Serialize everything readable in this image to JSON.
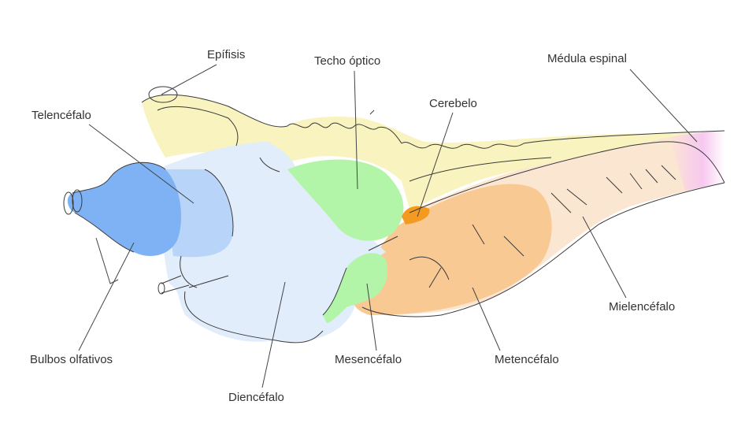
{
  "title": "Brain regions diagram",
  "labels": {
    "epifisis": "Epífisis",
    "techo_optico": "Techo óptico",
    "medula_espinal": "Médula espinal",
    "cerebelo": "Cerebelo",
    "telencefalo": "Telencéfalo",
    "bulbos_olfativos": "Bulbos olfativos",
    "diencefalo": "Diencéfalo",
    "mesencefalo": "Mesencéfalo",
    "metencefalo": "Metencéfalo",
    "mielencefalo": "Mielencéfalo"
  },
  "colors": {
    "olfactory": "#7fb2f5",
    "telencephalon": "#b8d4f8",
    "diencephalon": "#e2edfb",
    "mesencephalon": "#b3f5a8",
    "cerebellum": "#f8f3bf",
    "cerebelo_accent": "#f59a20",
    "metencephalon": "#f9c994",
    "myelencephalon": "#fbe6d2",
    "spinal": "#f7c8f0"
  }
}
